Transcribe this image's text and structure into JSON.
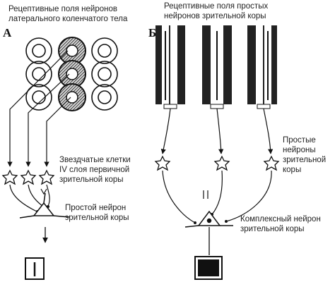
{
  "panel_a": {
    "letter": "А",
    "title_lines": [
      "Рецептивные поля нейронов",
      "латерального коленчатого тела"
    ],
    "stellate_lines": [
      "Звездчатые клетки",
      "IV слоя первичной",
      "зрительной коры"
    ],
    "simple_neuron_lines": [
      "Простой нейрон",
      "зрительной коры"
    ]
  },
  "panel_b": {
    "letter": "Б",
    "title_lines": [
      "Рецептивные поля простых",
      "нейронов зрительной коры"
    ],
    "simple_neurons_lines": [
      "Простые",
      "нейроны",
      "зрительной",
      "коры"
    ],
    "complex_neuron_lines": [
      "Комплексный нейрон",
      "зрительной коры"
    ]
  },
  "colors": {
    "ink": "#111111",
    "dark_field": "#222222",
    "background": "#ffffff"
  }
}
